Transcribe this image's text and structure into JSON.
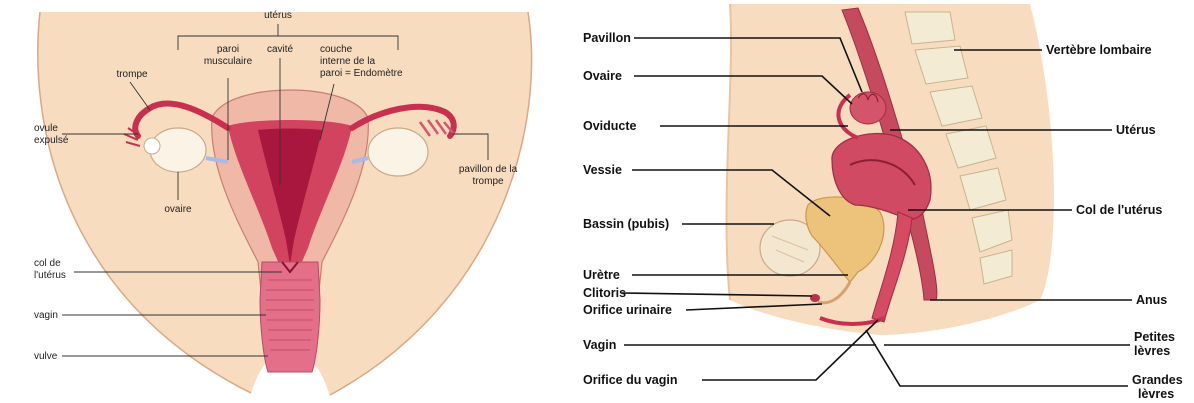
{
  "front_view": {
    "uterus": "utérus",
    "muscular_wall_1": "paroi",
    "muscular_wall_2": "musculaire",
    "cavity": "cavité",
    "inner_1": "couche",
    "inner_2": "interne de la",
    "inner_3": "paroi = Endomètre",
    "tube": "trompe",
    "ovum_1": "ovule",
    "ovum_2": "expulsé",
    "ovary": "ovaire",
    "pavilion_1": "pavillon de la",
    "pavilion_2": "trompe",
    "cervix_1": "col de",
    "cervix_2": "l'utérus",
    "vagina": "vagin",
    "vulva": "vulve"
  },
  "side_view": {
    "left": {
      "pavillon": "Pavillon",
      "ovaire": "Ovaire",
      "oviducte": "Oviducte",
      "vessie": "Vessie",
      "bassin": "Bassin (pubis)",
      "uretre": "Urètre",
      "clitoris": "Clitoris",
      "orifice_urinaire": "Orifice urinaire",
      "vagin": "Vagin",
      "orifice_vagin": "Orifice du vagin"
    },
    "right": {
      "vertebre": "Vertèbre lombaire",
      "uterus": "Utérus",
      "col": "Col de l'utérus",
      "anus": "Anus",
      "petites_1": "Petites",
      "petites_2": "lèvres",
      "grandes_1": "Grandes",
      "grandes_2": "lèvres"
    }
  }
}
